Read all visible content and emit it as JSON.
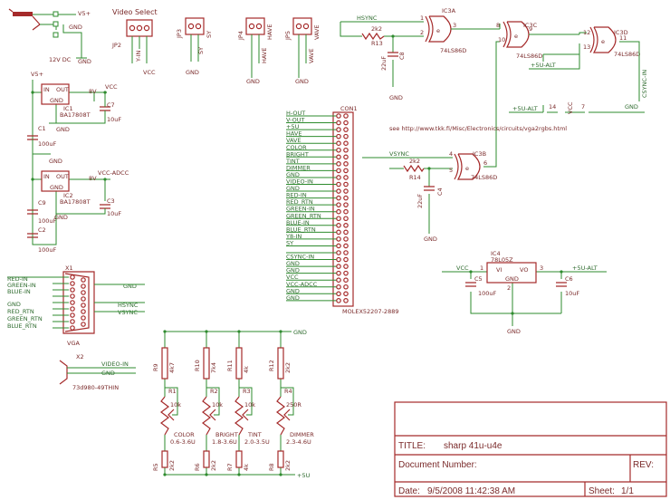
{
  "title_block": {
    "title_label": "TITLE:",
    "title_value": "sharp 41u-u4e",
    "docnum_label": "Document Number:",
    "rev_label": "REV:",
    "date_label": "Date:",
    "date_value": "9/5/2008 11:42:38 AM",
    "sheet_label": "Sheet:",
    "sheet_value": "1/1"
  },
  "power_jack": {
    "name_v5": "V5+",
    "gnd1": "GND",
    "desc": "12V DC",
    "gnd2": "GND"
  },
  "jp2": {
    "label": "Video Select",
    "ref": "JP2",
    "pin_y": "Y-IN",
    "pin_vcc": "VCC"
  },
  "jp3": {
    "ref": "JP3",
    "pin": "SY",
    "pin2": "SY",
    "gnd": "GND"
  },
  "jp4": {
    "ref": "JP4",
    "pin": "HAVE",
    "pin2": "HAVE",
    "gnd": "GND"
  },
  "jp5": {
    "ref": "JP5",
    "pin": "VAVE",
    "pin2": "VAVE",
    "gnd": "GND"
  },
  "ic1": {
    "net_in": "V5+",
    "ref": "IC1",
    "part": "BA17808T",
    "in": "IN",
    "out": "OUT",
    "gnd": "GND",
    "v_out": "8V",
    "net_out": "VCC",
    "c7": "C7",
    "c7v": "10uF",
    "c1": "C1",
    "c1v": "100uF",
    "gnd_a": "GND",
    "gnd_b": "GND"
  },
  "ic2": {
    "ref": "IC2",
    "part": "BA17808T",
    "in": "IN",
    "out": "OUT",
    "gnd": "GND",
    "v_out": "8V",
    "net_out": "VCC-ADCC",
    "c3": "C3",
    "c3v": "10uF",
    "c9": "C9",
    "c9v": "100uF",
    "c2": "C2",
    "c2v": "100uF",
    "gnd_a": "GND"
  },
  "connector": {
    "ref": "CON1",
    "part": "MOLEX52207-2889",
    "pins": [
      "H-OUT",
      "V-OUT",
      "+5U",
      "HAVE",
      "VAVE",
      "COLOR",
      "BRIGHT",
      "TINT",
      "DIMMER",
      "GND",
      "VIDEO-IN",
      "GND",
      "RED-IN",
      "RED_RTN",
      "GREEN-IN",
      "GREEN_RTN",
      "BLUE-IN",
      "BLUE_RTN",
      "Y8-IN",
      "SY",
      "",
      "CSYNC-IN",
      "GND",
      "GND",
      "VCC",
      "VCC-ADCC",
      "GND",
      "GND"
    ]
  },
  "vga": {
    "ref": "X1",
    "part": "VGA",
    "inputs": [
      "RED-IN",
      "GREEN-IN",
      "BLUE-IN",
      "",
      "GND",
      "RED_RTN",
      "GREEN_RTN",
      "BLUE_RTN"
    ],
    "gnd": "GND",
    "hsync": "HSYNC",
    "vsync": "VSYNC"
  },
  "x2": {
    "ref": "X2",
    "video": "VIDEO-IN",
    "gnd": "GND",
    "part": "73d980-49THIN"
  },
  "ic3": {
    "hsync": "HSYNC",
    "vsync": "VSYNC",
    "a": "IC3A",
    "a_part": "74LS86D",
    "b": "IC3B",
    "b_part": "74LS86D",
    "c": "IC3C",
    "c_part": "74LS86D",
    "d": "IC3D",
    "d_part": "74LS86D",
    "r13": "R13",
    "r13v": "2k2",
    "r14": "R14",
    "r14v": "2k2",
    "c8": "C8",
    "c8v": "22uF",
    "c4": "C4",
    "c4v": "22uF",
    "gnd_a": "GND",
    "gnd_b": "GND",
    "out_alt": "+5U-ALT",
    "csync": "CSYNC-IN",
    "p1": "1",
    "p2": "2",
    "p3": "3",
    "p4": "4",
    "p5": "5",
    "p6": "6",
    "p8": "8",
    "p9": "9",
    "p10": "10",
    "p11": "11",
    "p12": "12",
    "p13": "13",
    "pwr_alt": "+5U-ALT",
    "pwr_gnd": "GND",
    "pwr_vcc": "VCC",
    "pwr_14": "14",
    "pwr_7": "7",
    "url": "see http://www.tkk.fi/Misc/Electronics/circuits/vga2rgbs.html"
  },
  "ic4": {
    "ref": "IC4",
    "part": "78L05Z",
    "vi": "VI",
    "vo": "VO",
    "gnd": "GND",
    "net_in": "VCC",
    "net_out": "+5U-ALT",
    "c5": "C5",
    "c5v": "100uF",
    "c6": "C6",
    "c6v": "10uF",
    "gnd_out": "GND",
    "p1": "1",
    "p3": "3",
    "p2": "2"
  },
  "pots": {
    "gnd_top": "GND",
    "plus": "+5U",
    "items": [
      {
        "rtop": "R9",
        "rtopv": "4k7",
        "pot": "R1",
        "potv": "10k",
        "name": "COLOR",
        "range": "0.6-3.6U",
        "rbot": "R5",
        "rbotv": "2k2"
      },
      {
        "rtop": "R10",
        "rtopv": "7k4",
        "pot": "R2",
        "potv": "10k",
        "name": "BRIGHT",
        "range": "1.8-3.6U",
        "rbot": "R6",
        "rbotv": "2k2"
      },
      {
        "rtop": "R11",
        "rtopv": "4k",
        "pot": "R3",
        "potv": "10k",
        "name": "TINT",
        "range": "2.0-3.5U",
        "rbot": "R7",
        "rbotv": "4k"
      },
      {
        "rtop": "R12",
        "rtopv": "2k2",
        "pot": "R4",
        "potv": "250R",
        "name": "DIMMER",
        "range": "2.3-4.6U",
        "rbot": "R8",
        "rbotv": "2k2"
      }
    ]
  }
}
